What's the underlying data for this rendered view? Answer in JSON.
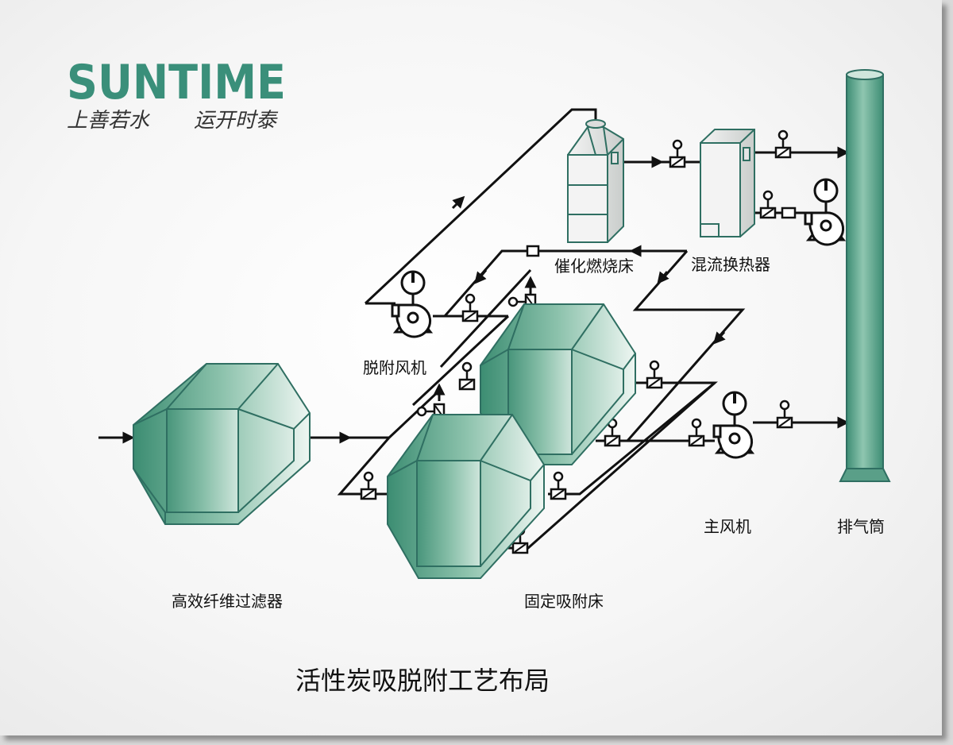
{
  "logo": {
    "brand": "SUNTIME",
    "slogan_left": "上善若水",
    "slogan_right": "运开时泰"
  },
  "labels": {
    "catalytic_bed": "催化燃烧床",
    "heat_exchanger": "混流换热器",
    "desorption_fan": "脱附风机",
    "main_fan": "主风机",
    "stack": "排气筒",
    "filter": "高效纤维过滤器",
    "adsorption_bed": "固定吸附床"
  },
  "title": "活性炭吸脱附工艺布局",
  "colors": {
    "brand": "#3a8f7a",
    "equipment": "#4a9a82",
    "outline": "#2f6f62",
    "pipe": "#111111"
  }
}
